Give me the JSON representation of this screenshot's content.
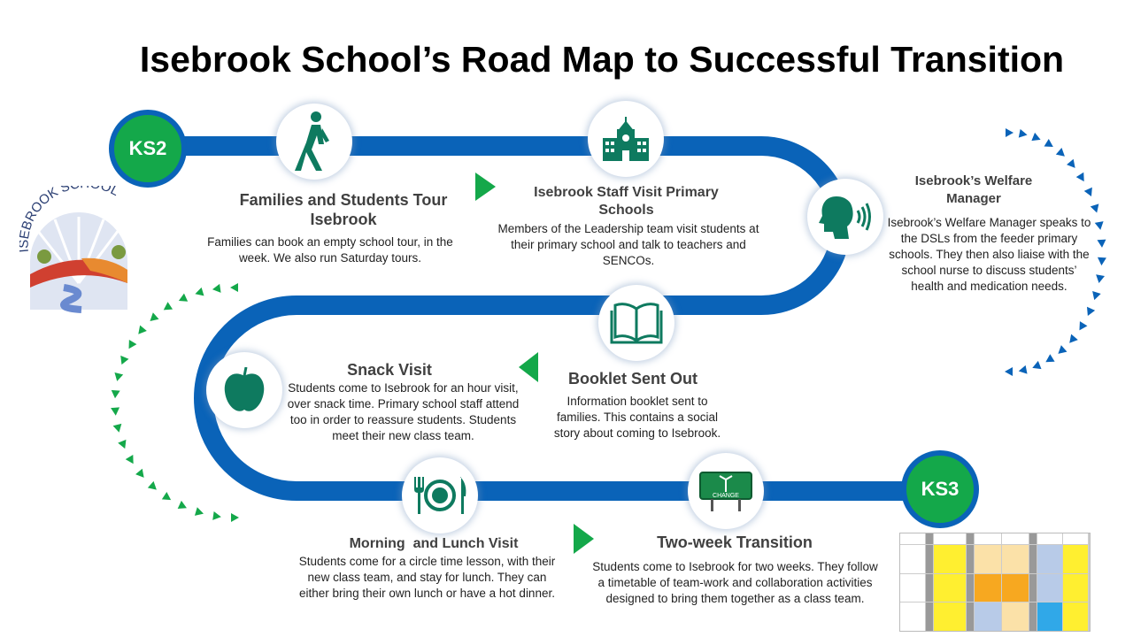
{
  "title": "Isebrook School’s Road Map to Successful Transition",
  "logo_text": "ISEBROOK SCHOOL",
  "start_badge": "KS2",
  "end_badge": "KS3",
  "colors": {
    "road": "#0a63b8",
    "badge": "#14a84a",
    "icon": "#0e7a5f",
    "arrow_green": "#14a84a",
    "arrow_blue": "#0a63b8"
  },
  "steps": [
    {
      "icon": "walking-person-icon",
      "title": "Families and Students Tour Isebrook",
      "text": "Families can book an empty school tour, in the week. We also run Saturday tours."
    },
    {
      "icon": "school-building-icon",
      "title": "Isebrook Staff Visit Primary Schools",
      "text": "Members of the Leadership team visit students at their primary school and talk to teachers and SENCOs."
    },
    {
      "icon": "speaking-head-icon",
      "title": "Isebrook’s Welfare Manager",
      "text": "Isebrook’s Welfare Manager speaks to the DSLs from the feeder primary schools. They then also liaise with the school nurse to discuss students’ health and medication needs."
    },
    {
      "icon": "open-book-icon",
      "title": "Booklet Sent Out",
      "text": "Information booklet sent to families. This contains a social story about coming to Isebrook."
    },
    {
      "icon": "apple-icon",
      "title": "Snack Visit",
      "text": "Students come to Isebrook for an hour visit, over snack time. Primary school staff attend too in order to reassure students. Students meet their new class team."
    },
    {
      "icon": "plate-cutlery-icon",
      "title": "Morning  and Lunch Visit",
      "text": "Students come for a circle time lesson, with their new class team, and stay for lunch. They can either bring their own lunch or have a hot dinner."
    },
    {
      "icon": "change-sign-icon",
      "title": "Two-week Transition",
      "text": "Students come to Isebrook for two weeks. They follow a timetable of team-work and collaboration activities designed to bring them together as a class team.",
      "sign_text": "CHANGE"
    }
  ]
}
